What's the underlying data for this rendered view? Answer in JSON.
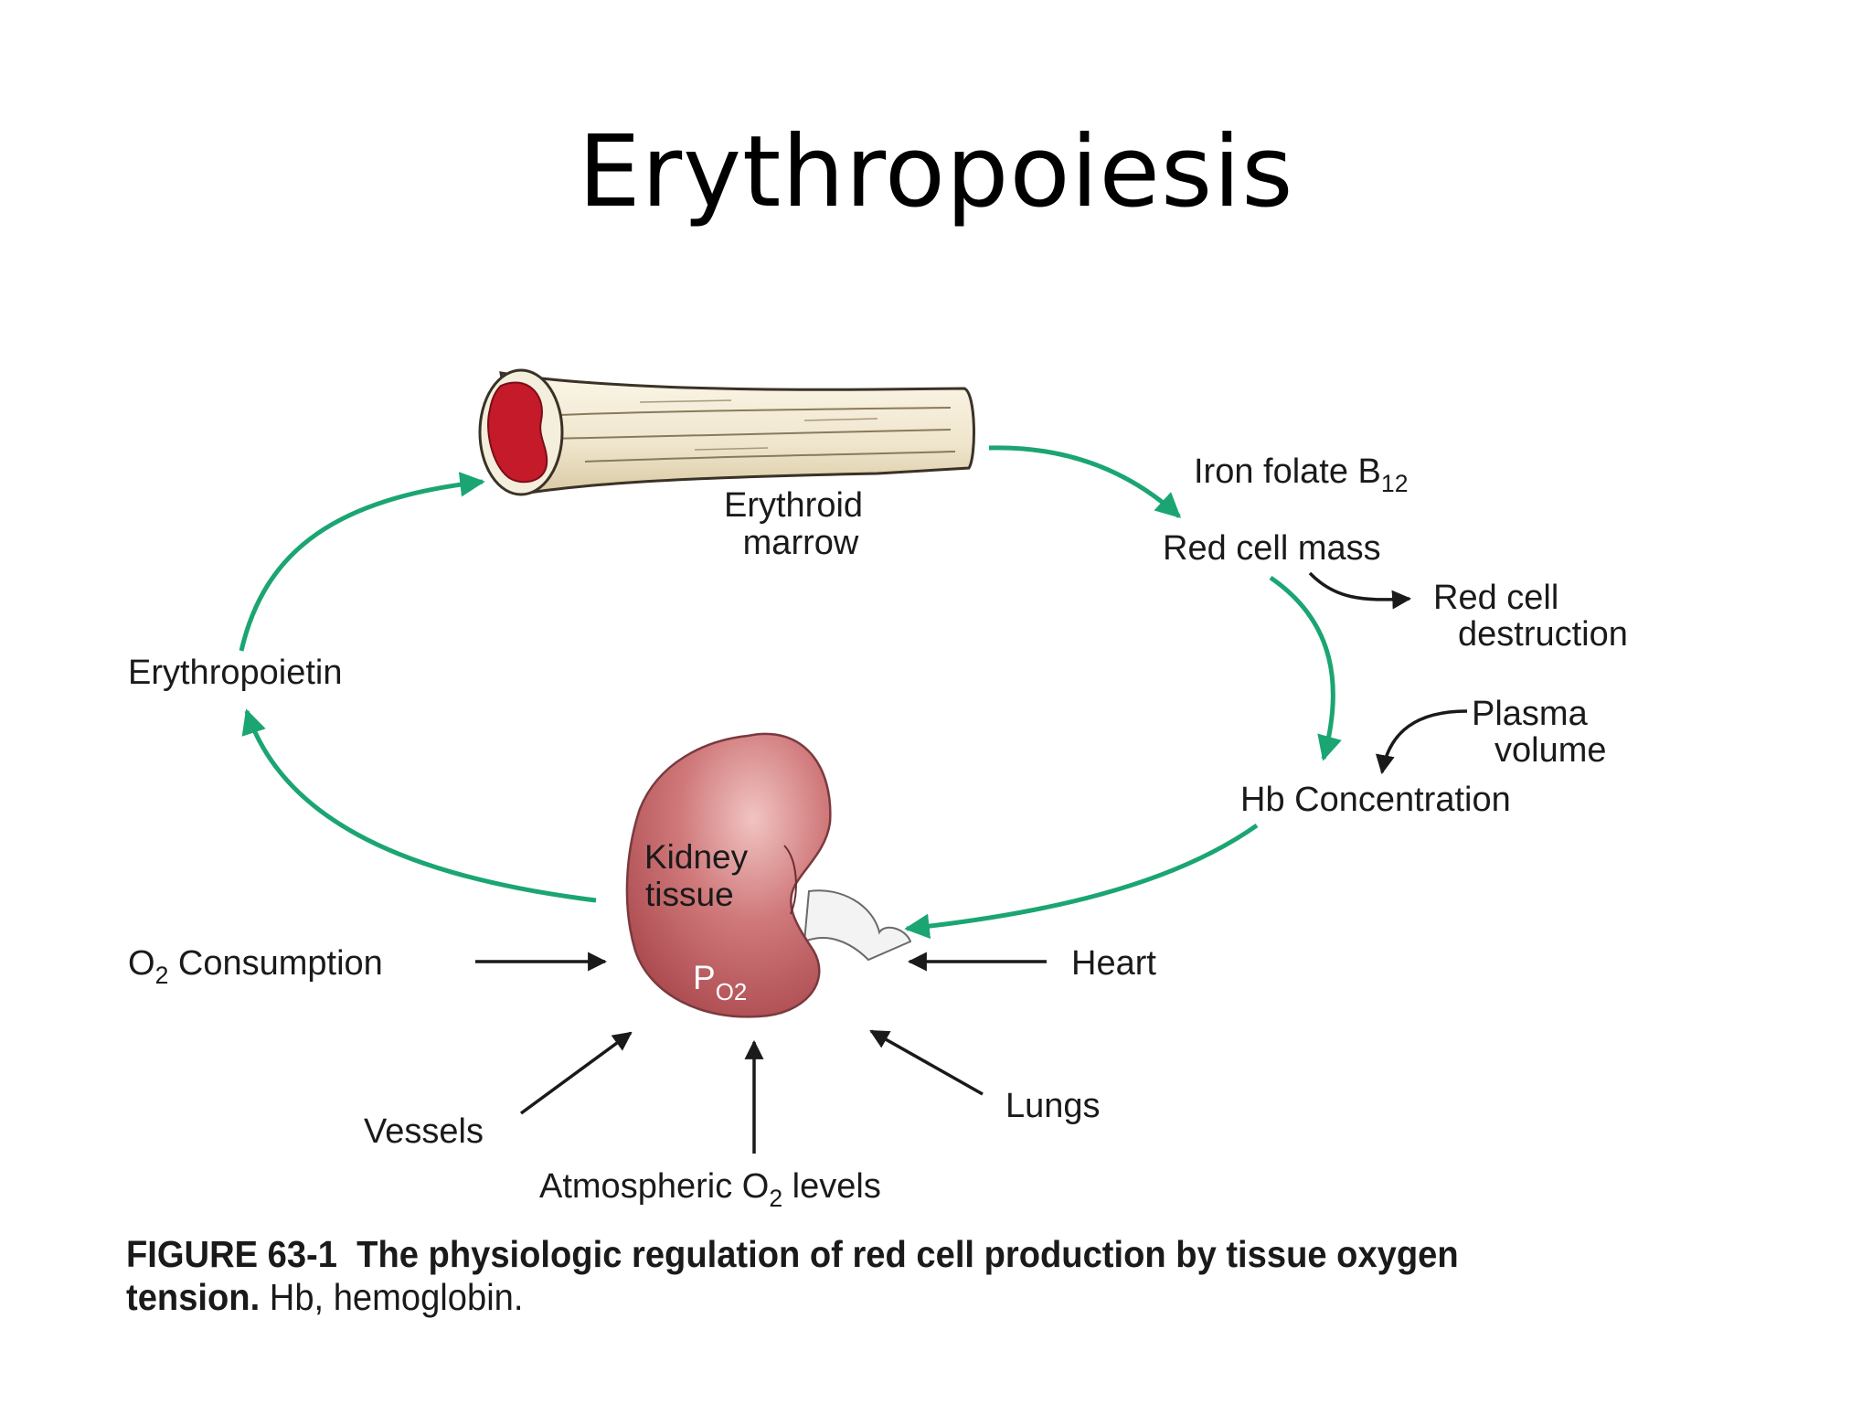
{
  "title": "Erythropoiesis",
  "labels": {
    "erythroid_1": "Erythroid",
    "erythroid_2": "marrow",
    "iron_folate": "Iron folate B",
    "b12_sub": "12",
    "red_cell_mass": "Red cell mass",
    "red_cell_destruction_1": "Red cell",
    "red_cell_destruction_2": "destruction",
    "plasma_volume_1": "Plasma",
    "plasma_volume_2": "volume",
    "hb_concentration": "Hb Concentration",
    "erythropoietin": "Erythropoietin",
    "kidney_1": "Kidney",
    "kidney_2": "tissue",
    "po2_p": "P",
    "po2_sub": "O2",
    "o2_consumption_o": "O",
    "o2_consumption_sub": "2",
    "o2_consumption_text": " Consumption",
    "heart": "Heart",
    "vessels": "Vessels",
    "lungs": "Lungs",
    "atmospheric_pre": "Atmospheric O",
    "atmospheric_sub": "2",
    "atmospheric_post": " levels"
  },
  "caption": {
    "figure": "FIGURE 63-1",
    "bold_text": "The physiologic regulation of red cell production by tissue oxygen tension.",
    "normal_text": "Hb, hemoglobin."
  },
  "colors": {
    "cycle_arrow": "#1ba572",
    "black_arrow": "#1a1a1a",
    "marrow_red": "#c41a2a",
    "bone": "#f2ead6",
    "kidney": "#c4666a"
  }
}
